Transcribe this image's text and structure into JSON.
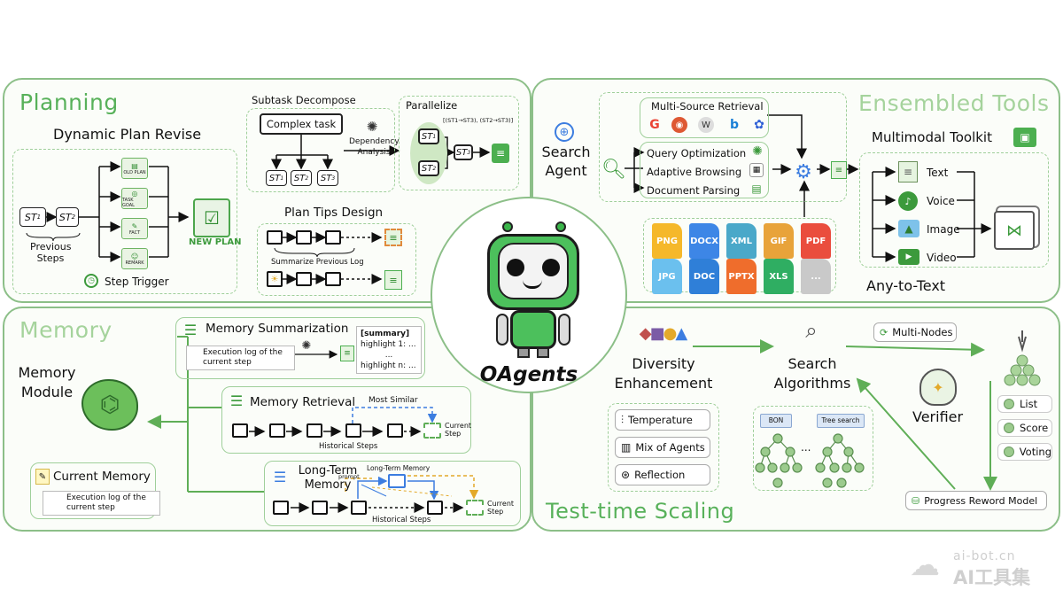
{
  "planning": {
    "title": "Planning",
    "dynamic_plan_revise": "Dynamic Plan Revise",
    "st1": "ST",
    "st2": "ST",
    "previous_steps": "Previous Steps",
    "step_trigger": "Step Trigger",
    "cards": [
      "OLD PLAN",
      "TASK GOAL",
      "FACT",
      "REMARK"
    ],
    "new_plan": "NEW PLAN",
    "subtask_decompose": "Subtask Decompose",
    "complex_task": "Complex task",
    "subtasks": [
      "ST",
      "ST",
      "ST"
    ],
    "dependency_analysis": "Dependency Analysis",
    "parallelize": "Parallelize",
    "parallel_formula": "[(ST1→ST3), (ST2→ST3)]",
    "plan_tips_design": "Plan Tips Design",
    "summarize_previous_log": "Summarize Previous Log"
  },
  "tools": {
    "title": "Ensembled Tools",
    "search_agent": "Search Agent",
    "multi_source_retrieval": "Multi-Source Retrieval",
    "query_optimization": "Query Optimization",
    "adaptive_browsing": "Adaptive Browsing",
    "document_parsing": "Document Parsing",
    "file_types": [
      "PNG",
      "DOCX",
      "XML",
      "GIF",
      "PDF",
      "JPG",
      "DOC",
      "PPTX",
      "XLS",
      "..."
    ],
    "file_colors": [
      "#f5b82a",
      "#3d86e6",
      "#4aa8c9",
      "#e8a33a",
      "#ea4d3d",
      "#6bc0ee",
      "#2f7fd8",
      "#ef6d2c",
      "#2fae62",
      "#c9c9c9"
    ],
    "multimodal_toolkit": "Multimodal Toolkit",
    "modalities": [
      "Text",
      "Voice",
      "Image",
      "Video"
    ],
    "any_to_text": "Any-to-Text"
  },
  "memory": {
    "title": "Memory",
    "memory_module": "Memory Module",
    "memory_summarization": "Memory Summarization",
    "execution_log": "Execution log of the current step",
    "summary_tag": "[summary]",
    "highlight_1": "highlight 1: ...",
    "ellipsis": "...",
    "highlight_n": "highlight n: ...",
    "memory_retrieval": "Memory Retrieval",
    "most_similar": "Most Similar",
    "current_step": "Current Step",
    "historical_steps": "Historical Steps",
    "long_term_memory": "Long-Term Memory",
    "long_term_memory_small": "Long-Term Memory",
    "prompt": "prompt",
    "current_memory": "Current Memory"
  },
  "center": {
    "name": "OAgents"
  },
  "scaling": {
    "title": "Test-time Scaling",
    "diversity_enhancement": "Diversity Enhancement",
    "options": [
      "Temperature",
      "Mix of Agents",
      "Reflection"
    ],
    "search_algorithms": "Search Algorithms",
    "bon": "BON",
    "tree_search": "Tree search",
    "tree_ellipsis": "...",
    "multi_nodes": "Multi-Nodes",
    "verifier": "Verifier",
    "verifier_modes": [
      "List",
      "Score",
      "Voting"
    ],
    "progress_reward_model": "Progress Reword Model"
  },
  "watermark": {
    "domain": "ai-bot.cn",
    "label": "AI工具集"
  },
  "colors": {
    "accent_green": "#58b15a",
    "panel_border": "#8cbf88",
    "arrow_green": "#5fae57"
  }
}
